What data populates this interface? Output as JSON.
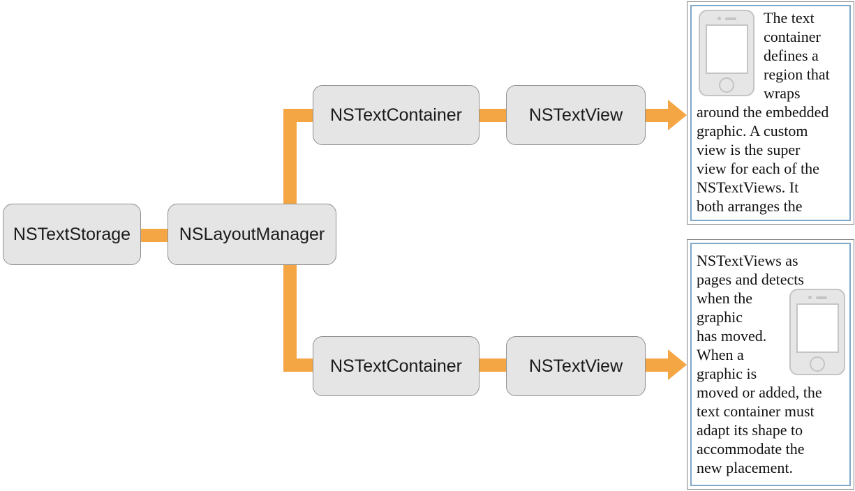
{
  "nodes": {
    "storage": {
      "label": "NSTextStorage"
    },
    "layout_manager": {
      "label": "NSLayoutManager"
    },
    "container_top": {
      "label": "NSTextContainer"
    },
    "textview_top": {
      "label": "NSTextView"
    },
    "container_bottom": {
      "label": "NSTextContainer"
    },
    "textview_bottom": {
      "label": "NSTextView"
    }
  },
  "panels": {
    "top": {
      "graphic": "iphone-graphic",
      "text": "The text\ncontainer\ndefines a\nregion that\nwraps\naround the embedded\ngraphic. A custom\nview is the super\nview for each of the\nNSTextViews. It\nboth arranges the"
    },
    "bottom": {
      "graphic": "iphone-graphic",
      "text_before_graphic": "NSTextViews as\npages and detects\n",
      "text_after_graphic": "when the\ngraphic\nhas moved.\nWhen a\ngraphic is\nmoved or added, the\ntext container must\nadapt its shape to\naccommodate the\nnew placement."
    }
  },
  "colors": {
    "connector_orange": "#F5A644",
    "node_fill": "#E5E5E5",
    "node_border": "#8F8F8F",
    "node_text": "#1A1A1A",
    "panel_outer_border": "#808080",
    "panel_inner_border": "#80A8C8",
    "panel_background": "#FFFFFF",
    "phone_fill": "#E6E6E6",
    "phone_detail": "#C4C4C4"
  }
}
